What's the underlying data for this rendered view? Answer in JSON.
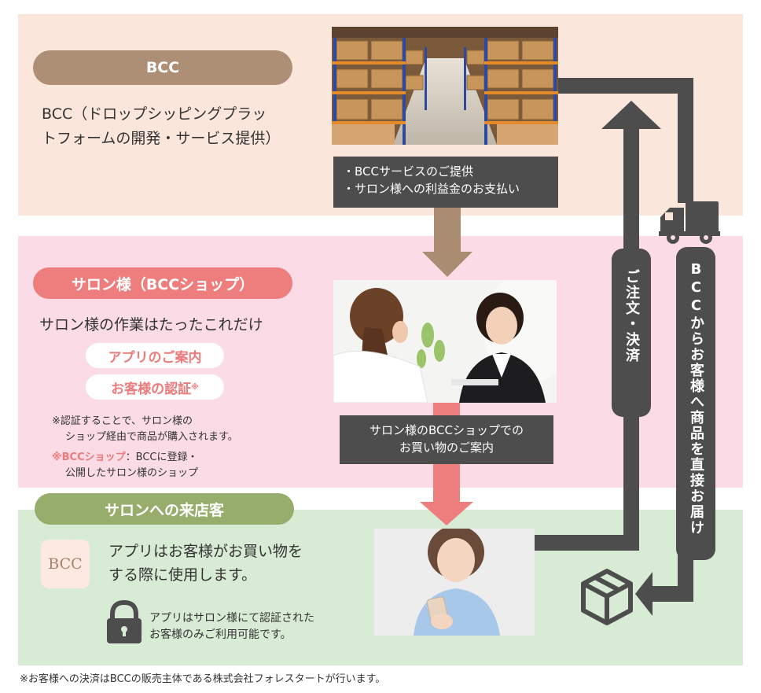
{
  "bcc": {
    "title": "BCC",
    "description": "BCC（ドロップシッピングプラットフォームの開発・サービス提供）",
    "services": [
      "・BCCサービスのご提供",
      "・サロン様への利益金のお支払い"
    ]
  },
  "salon": {
    "title": "サロン様（BCCショップ）",
    "work": "サロン様の作業はたったこれだけ",
    "tag_app": "アプリのご案内",
    "tag_auth": "お客様の認証",
    "tag_auth_mark": "※",
    "note_auth_1": "※認証することで、サロン様の",
    "note_auth_2": "ショップ経由で商品が購入されます。",
    "note_shop_label": "※BCCショップ",
    "note_shop_1": "：BCCに登録・",
    "note_shop_2": "公開したサロン様のショップ",
    "shopping": [
      "サロン様のBCCショップでの",
      "お買い物のご案内"
    ]
  },
  "visitor": {
    "title": "サロンへの来店客",
    "app_icon": "BCC",
    "app_desc": [
      "アプリはお客様がお買い物を",
      "する際に使用します。"
    ],
    "lock_note": [
      "アプリはサロン様にて認証された",
      "お客様のみご利用可能です。"
    ]
  },
  "flow": {
    "order": "ご注文・決済",
    "delivery": "BCCからお客様へ商品を直接お届け"
  },
  "footnote": "※お客様への決済はBCCの販売主体である株式会社フォレスタートが行います。",
  "colors": {
    "bcc_band": "#fbe6dc",
    "salon_band": "#fadbe6",
    "visitor_band": "#d8ebd4",
    "bcc_accent": "#ad8f76",
    "salon_accent": "#ee7e7e",
    "visitor_accent": "#97ad6b",
    "dark": "#4d4d4d"
  },
  "icons": [
    "truck-icon",
    "package-icon",
    "lock-icon"
  ]
}
